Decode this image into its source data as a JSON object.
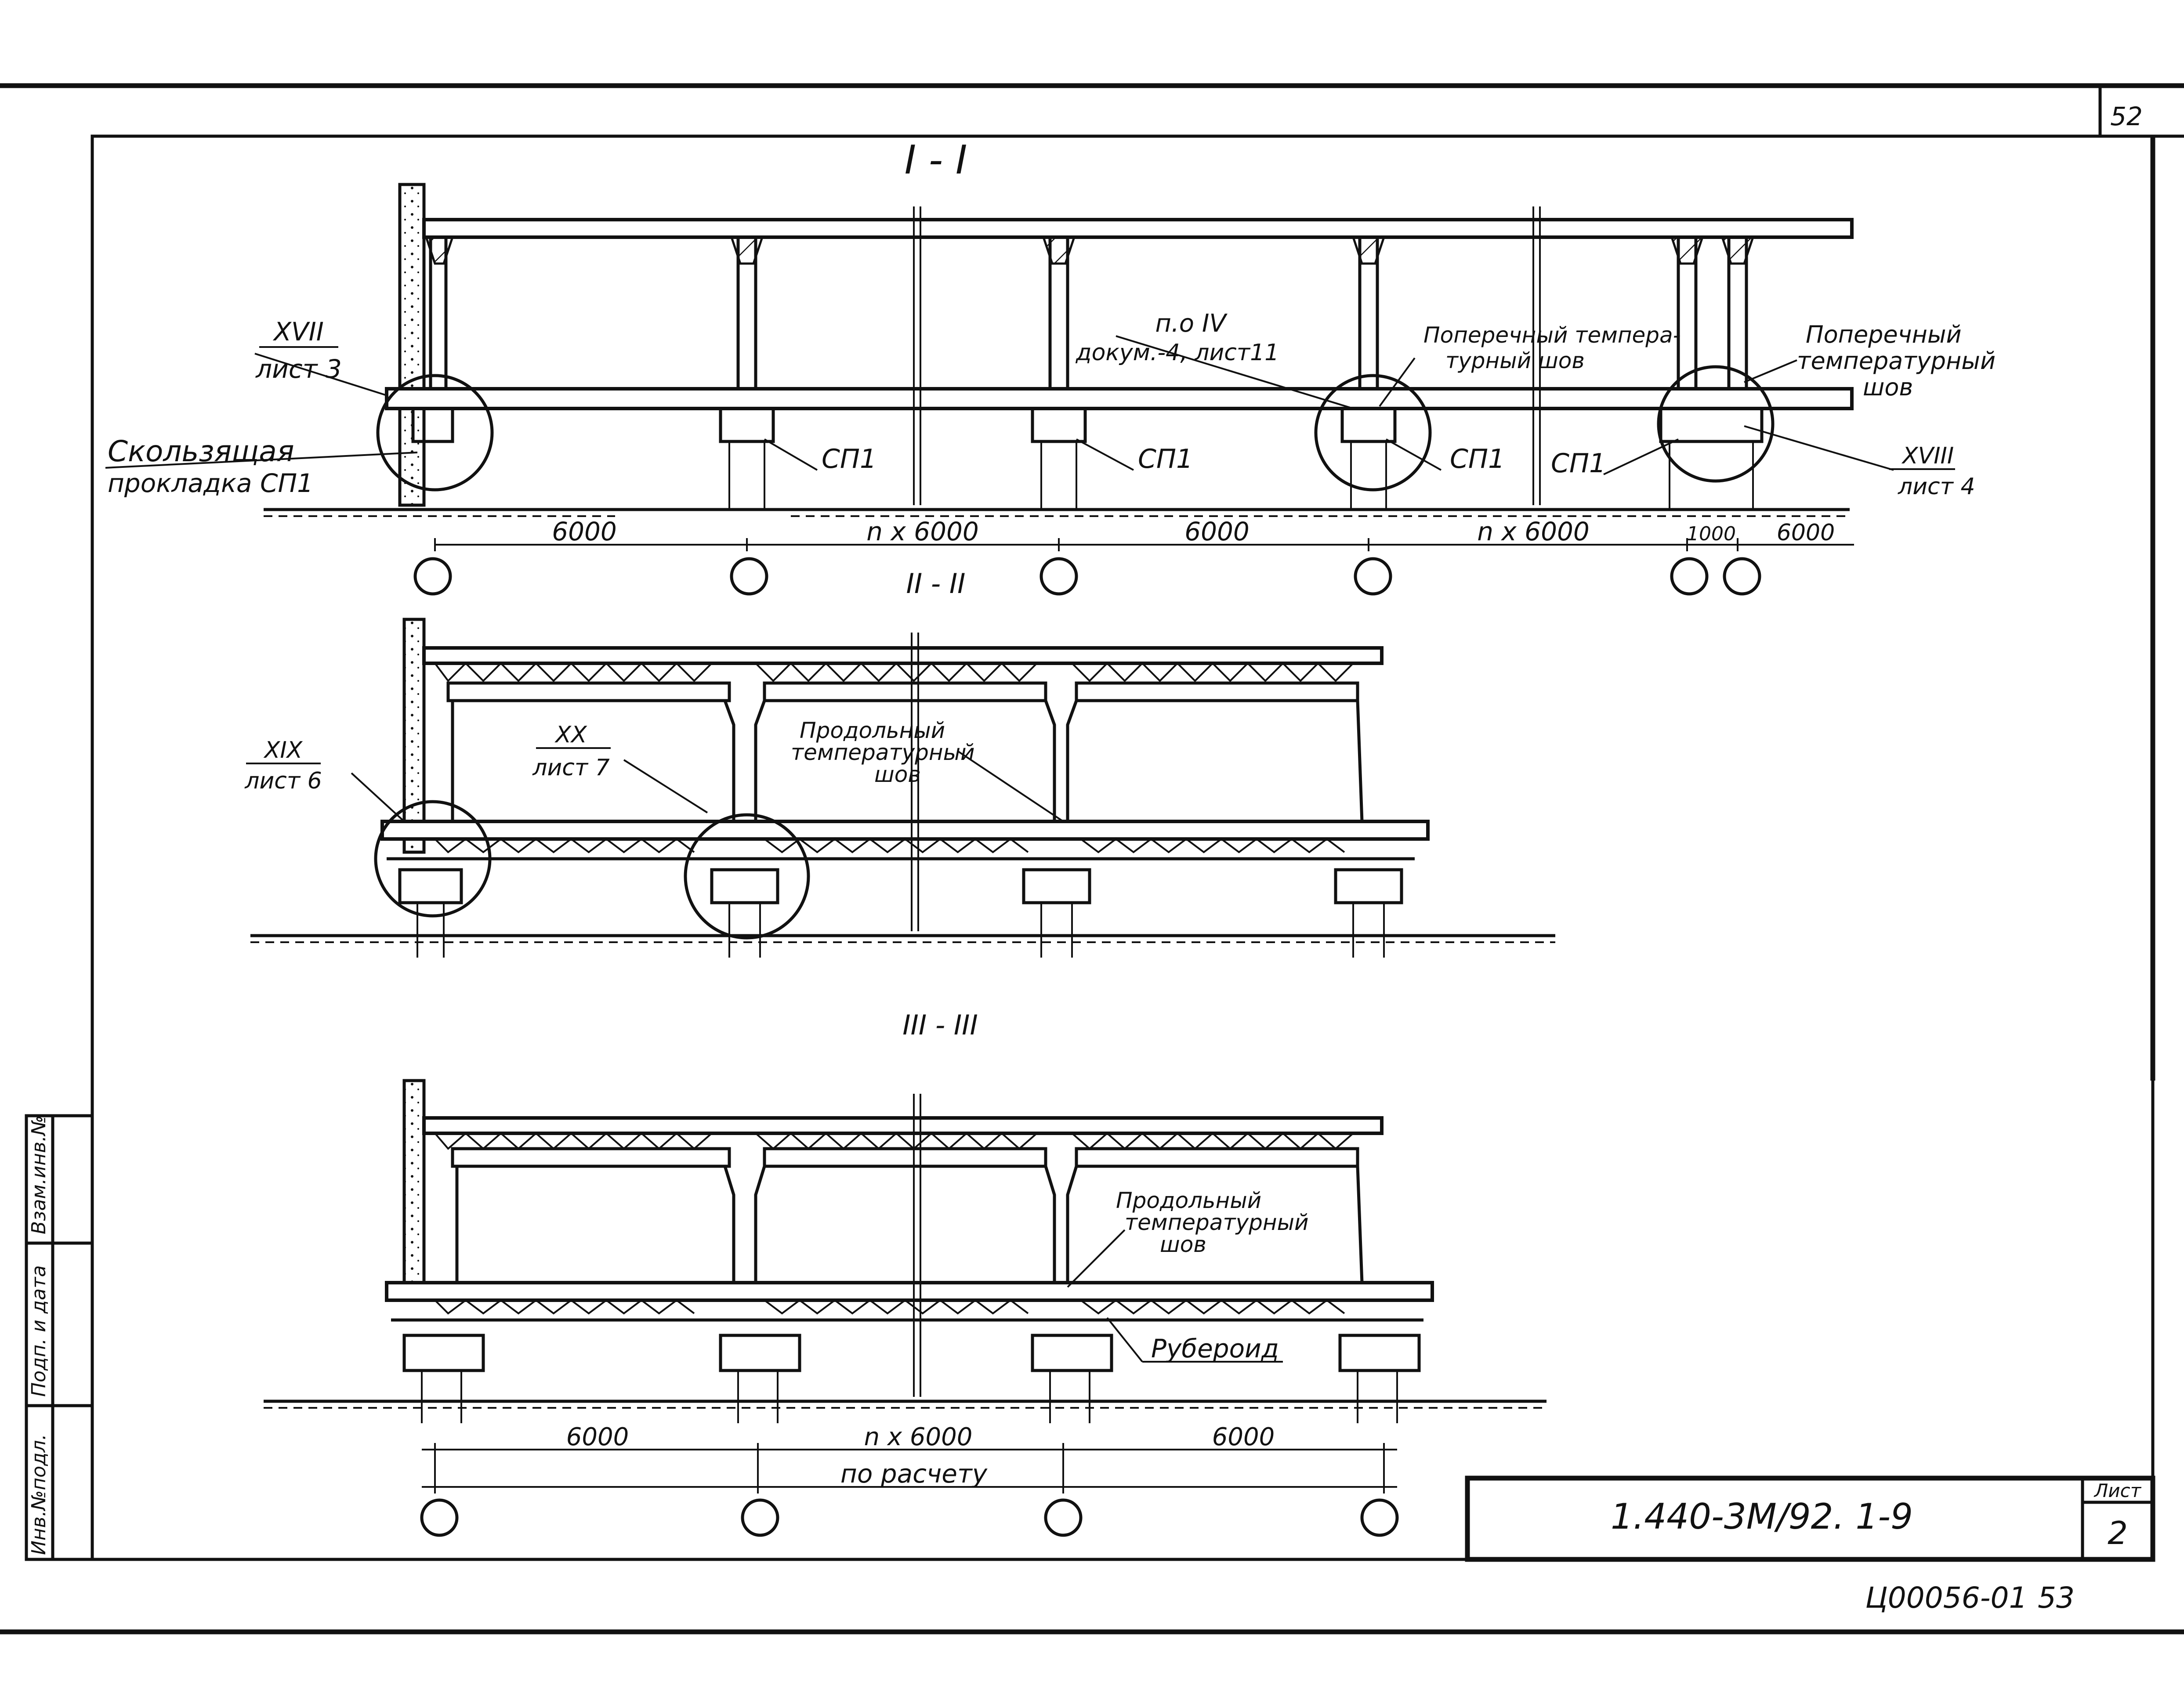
{
  "sheet": {
    "page_number_top": "52",
    "page_number_bottom": "53",
    "archive_code": "Ц00056-01",
    "designation": "1.440-3М/92. 1-9",
    "sheet_label": "Лист",
    "sheet_number": "2",
    "side_stamp": [
      "Инв.№подл.",
      "Подп. и дата",
      "Взам.инв.№"
    ]
  },
  "section_1": {
    "title": "I - I",
    "callout_xvii": "XVII",
    "callout_xvii_ref": "лист 3",
    "sliding_pad_1": "Скользящая",
    "sliding_pad_2": "прокладка СП1",
    "sp1_a": "СП1",
    "sp1_b": "СП1",
    "sp1_c": "СП1",
    "sp1_d": "СП1",
    "po_iv_1": "п.о IV",
    "po_iv_2": "докум.-4, лист11",
    "transverse_joint_a_1": "Поперечный темпера-",
    "transverse_joint_a_2": "турный шов",
    "transverse_joint_b_1": "Поперечный",
    "transverse_joint_b_2": "температурный",
    "transverse_joint_b_3": "шов",
    "callout_xviii": "XVIII",
    "callout_xviii_ref": "лист 4",
    "dim_1": "6000",
    "dim_2": "n х 6000",
    "dim_3": "6000",
    "dim_4": "n х 6000",
    "dim_5": "1000",
    "dim_6": "6000"
  },
  "section_2": {
    "title": "II - II",
    "callout_xix": "XIX",
    "callout_xix_ref": "лист 6",
    "callout_xx": "XX",
    "callout_xx_ref": "лист 7",
    "long_joint_1": "Продольный",
    "long_joint_2": "температурный",
    "long_joint_3": "шов"
  },
  "section_3": {
    "title": "III - III",
    "long_joint_1": "Продольный",
    "long_joint_2": "температурный",
    "long_joint_3": "шов",
    "ruberoid": "Рубероид",
    "dim_1": "6000",
    "dim_2": "n х 6000",
    "dim_3": "6000",
    "dim_total": "по расчету"
  }
}
